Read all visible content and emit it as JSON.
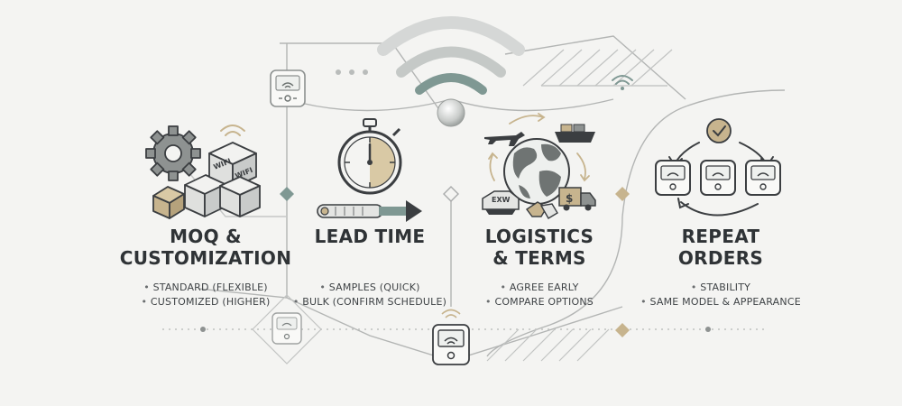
{
  "panels": [
    {
      "id": "moq",
      "title_lines": [
        "MOQ &",
        "CUSTOMIZATION"
      ],
      "bullets": [
        "STANDARD (FLEXIBLE)",
        "CUSTOMIZED (HIGHER)"
      ],
      "box_labels": [
        "WIFI",
        "WIFI"
      ],
      "icons": [
        "gear-icon",
        "boxes-icon",
        "wifi-icon"
      ]
    },
    {
      "id": "lead-time",
      "title_lines": [
        "LEAD TIME"
      ],
      "bullets": [
        "SAMPLES (QUICK)",
        "BULK (CONFIRM SCHEDULE)"
      ],
      "icons": [
        "stopwatch-icon",
        "conveyor-icon",
        "arrow-right-icon"
      ]
    },
    {
      "id": "logistics",
      "title_lines": [
        "LOGISTICS",
        "& TERMS"
      ],
      "bullets": [
        "AGREE EARLY",
        "COMPARE OPTIONS"
      ],
      "exw_label": "EXW",
      "icons": [
        "globe-icon",
        "plane-icon",
        "ship-icon",
        "truck-icon",
        "handshake-icon",
        "dollar-icon"
      ]
    },
    {
      "id": "repeat",
      "title_lines": [
        "REPEAT",
        "ORDERS"
      ],
      "bullets": [
        "STABILITY",
        "SAME MODEL & APPEARANCE"
      ],
      "icons": [
        "checkmark-icon",
        "cycle-arrows-icon",
        "wifi-device-icon"
      ]
    }
  ],
  "colors": {
    "ink": "#3b3e41",
    "line": "#a9abab",
    "accent": "#c7b48e",
    "accent_dark": "#a89670",
    "teal": "#7f9893",
    "background": "#f4f4f2"
  }
}
